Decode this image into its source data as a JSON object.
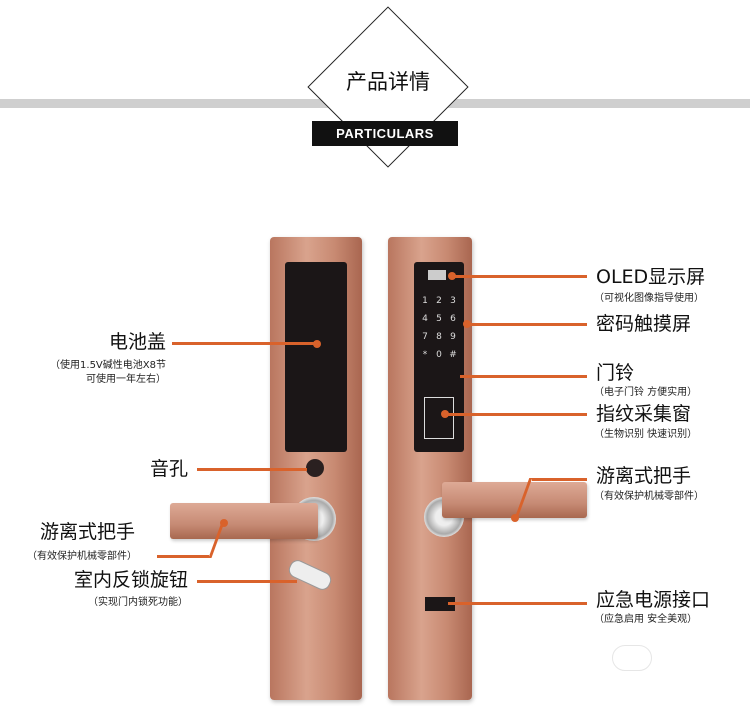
{
  "header": {
    "title": "产品详情",
    "badge": "PARTICULARS"
  },
  "colors": {
    "accent": "#d9622b",
    "lock": "#c88a72",
    "panel": "#1b1617"
  },
  "keypad": [
    "1",
    "2",
    "3",
    "4",
    "5",
    "6",
    "7",
    "8",
    "9",
    "*",
    "0",
    "#"
  ],
  "left_labels": [
    {
      "title": "电池盖",
      "sub": [
        "（使用1.5V碱性电池X8节",
        "可使用一年左右）"
      ]
    },
    {
      "title": "音孔"
    },
    {
      "title": "游离式把手",
      "sub": [
        "（有效保护机械零部件）"
      ]
    },
    {
      "title": "室内反锁旋钮",
      "sub": [
        "（实现门内锁死功能）"
      ]
    }
  ],
  "right_labels": [
    {
      "title": "OLED显示屏",
      "sub": "（可视化图像指导使用）"
    },
    {
      "title": "密码触摸屏"
    },
    {
      "title": "门铃",
      "sub": "（电子门铃 方便实用）"
    },
    {
      "title": "指纹采集窗",
      "sub": "（生物识别 快速识别）"
    },
    {
      "title": "游离式把手",
      "sub": "（有效保护机械零部件）"
    },
    {
      "title": "应急电源接口",
      "sub": "（应急启用 安全美观）"
    }
  ]
}
